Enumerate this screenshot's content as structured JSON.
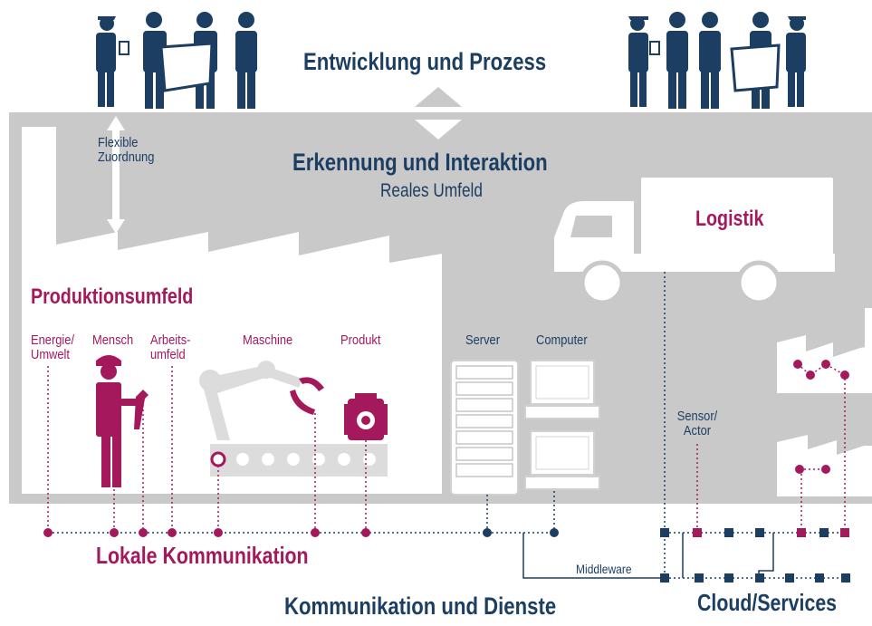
{
  "top_title": "Entwicklung und Prozess",
  "middle_title": "Erkennung und Interaktion",
  "middle_subtitle": "Reales Umfeld",
  "flexible_label": "Flexible\nZuordnung",
  "logistics_label": "Logistik",
  "production_title": "Produktionsumfeld",
  "production_labels": {
    "energy": "Energie/\nUmwelt",
    "human": "Mensch",
    "work_env": "Arbeits-\numfeld",
    "machine": "Maschine",
    "product": "Produkt"
  },
  "server_label": "Server",
  "computer_label": "Computer",
  "sensor_label": "Sensor/\nActor",
  "local_comm": "Lokale Kommunikation",
  "middleware": "Middleware",
  "cloud": "Cloud/Services",
  "bottom_title": "Kommunikation und Dienste",
  "colors": {
    "navy": "#1c3e63",
    "magenta": "#a3195b",
    "band_gray": "#c9c9c9",
    "machine_gray": "#dcdcdc"
  },
  "icons": [
    "person-tablet-icon",
    "person-board-icon",
    "worker-wrench-icon",
    "robot-arm-icon",
    "engine-product-icon",
    "server-rack-icon",
    "computer-icon",
    "truck-icon",
    "factory-icon"
  ]
}
